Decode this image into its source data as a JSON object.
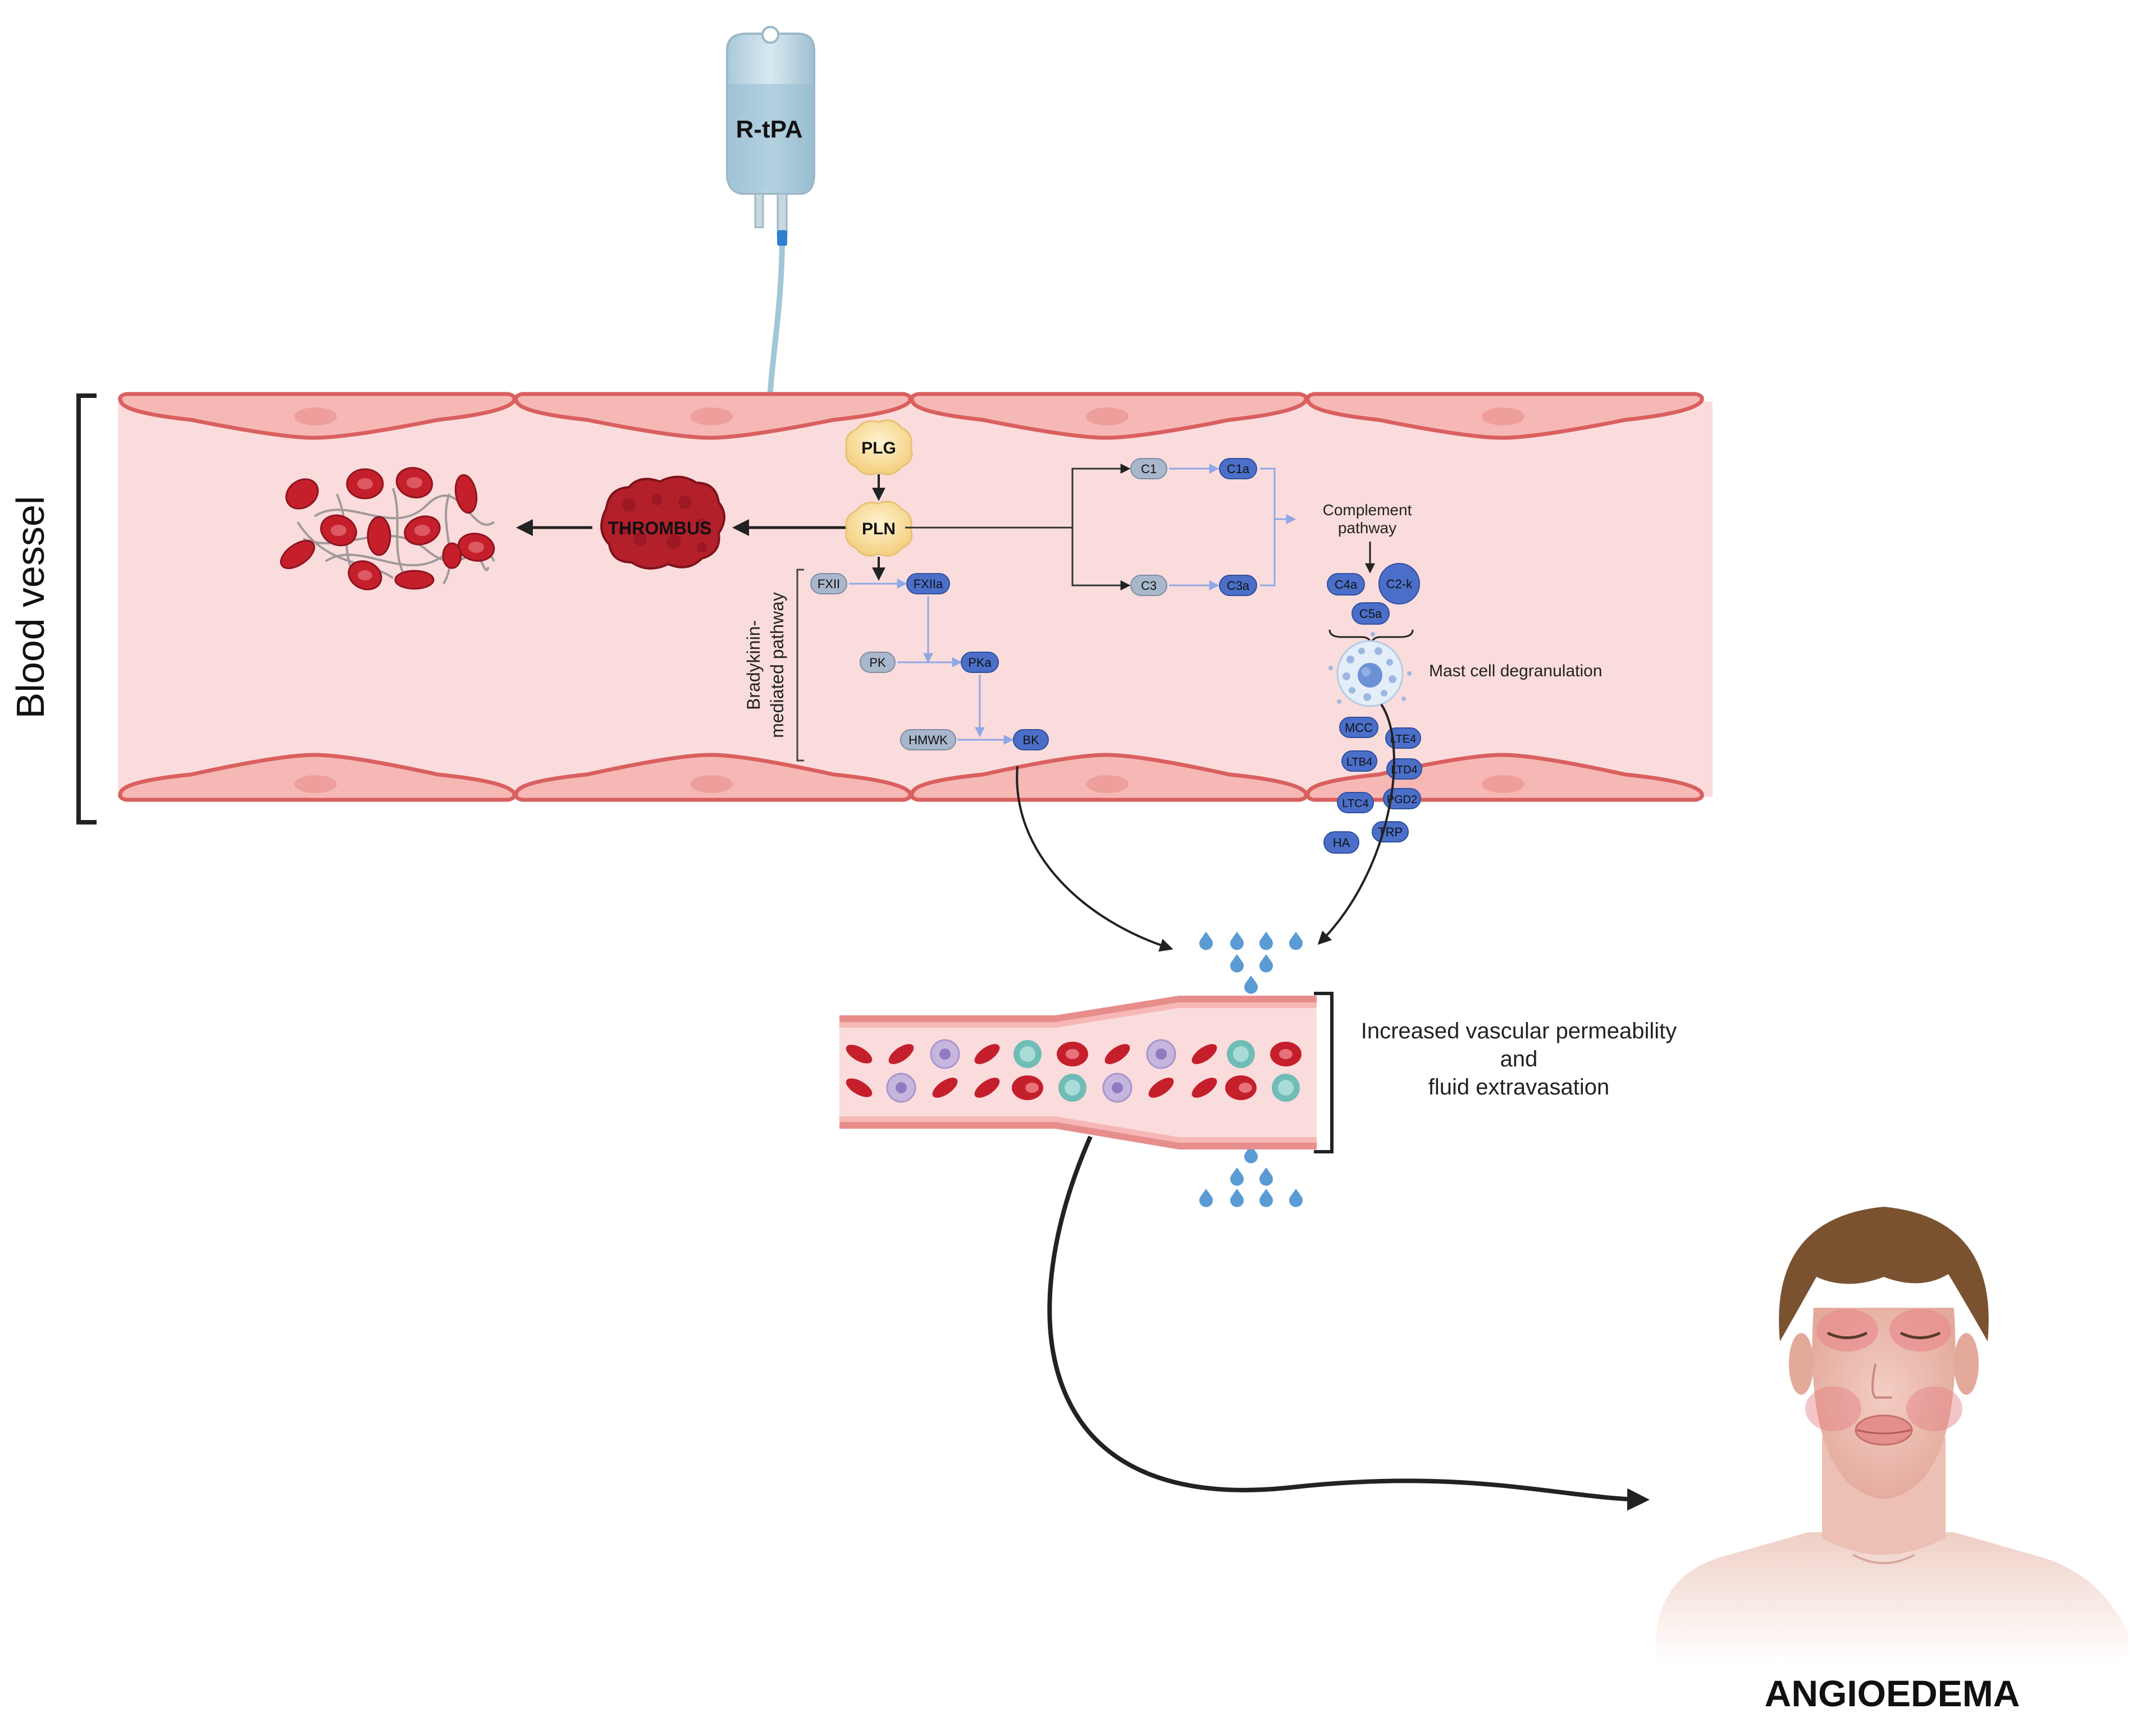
{
  "colors": {
    "vessel_fill": "#fbdcdc",
    "vessel_wall": "#f0a9a9",
    "vessel_wall_edge": "#d9605f",
    "node_grey": "#a9b7cc",
    "node_blue": "#4b6fc9",
    "node_yellow": "#f7d98c",
    "thrombus": "#b3202a",
    "rbc": "#c51f2c",
    "drop": "#5b9bd5",
    "arrow_blue": "#8fa8e6",
    "arrow_black": "#222222",
    "iv_bag": "#bcd6e6"
  },
  "iv": {
    "label": "R-tPA"
  },
  "side_label": "Blood vessel",
  "bradykinin_label_1": "Bradykinin-",
  "bradykinin_label_2": "mediated pathway",
  "nodes": {
    "plg": "PLG",
    "pln": "PLN",
    "thrombus": "THROMBUS",
    "fxii": "FXII",
    "fxiia": "FXIIa",
    "pk": "PK",
    "pka": "PKa",
    "hmwk": "HMWK",
    "bk": "BK",
    "c1": "C1",
    "c1a": "C1a",
    "c3": "C3",
    "c3a": "C3a",
    "c4a": "C4a",
    "c2k": "C2-k",
    "c5a": "C5a",
    "mcc": "MCC",
    "lte4": "LTE4",
    "ltb4": "LTB4",
    "ltd4": "LTD4",
    "ltc4": "LTC4",
    "pgd2": "PGD2",
    "ha": "HA",
    "trp": "TRP"
  },
  "complement_1": "Complement",
  "complement_2": "pathway",
  "mast_label": "Mast cell degranulation",
  "perm_1": "Increased vascular permeability",
  "perm_2": "and",
  "perm_3": "fluid extravasation",
  "outcome": "ANGIOEDEMA"
}
